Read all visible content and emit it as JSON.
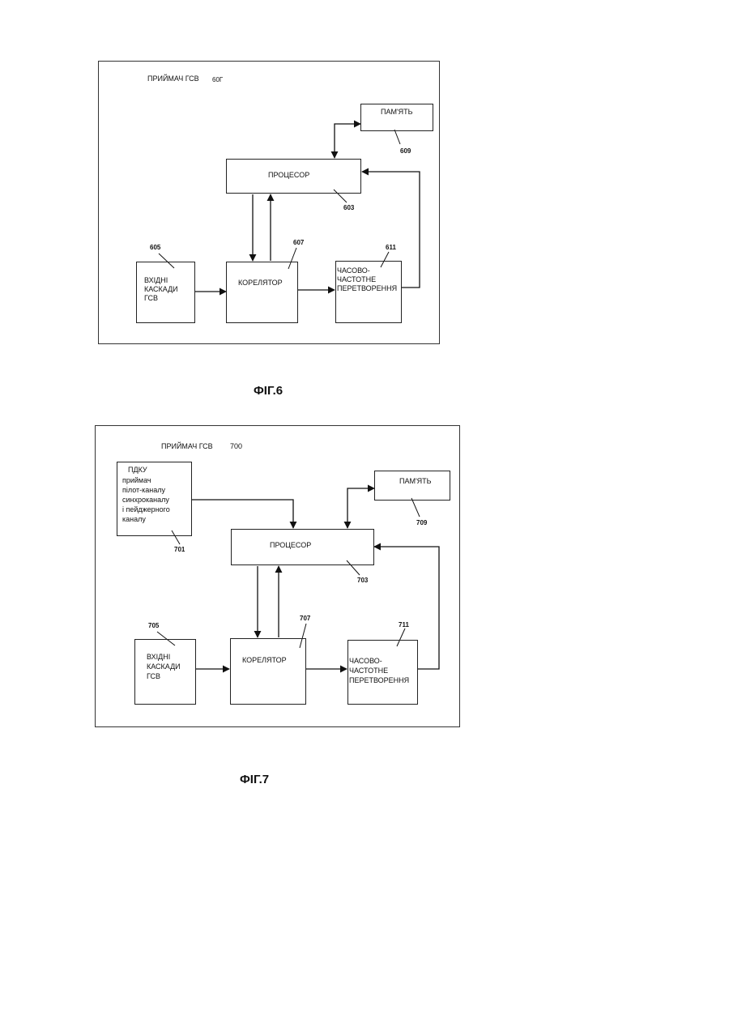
{
  "fig6": {
    "title": "ПРИЙМАЧ ГСВ",
    "title_ref": "60Г",
    "memory": "ПАМ'ЯТЬ",
    "memory_ref": "609",
    "processor": "ПРОЦЕСОР",
    "processor_ref": "603",
    "input_l1": "ВХІДНІ",
    "input_l2": "КАСКАДИ",
    "input_l3": "ГСВ",
    "input_ref": "605",
    "correlator": "КОРЕЛЯТОР",
    "correlator_ref": "607",
    "tf_l1": "ЧАСОВО-",
    "tf_l2": "ЧАСТОТНЕ",
    "tf_l3": "ПЕРЕТВОРЕННЯ",
    "tf_ref": "611",
    "caption": "ФІГ.6"
  },
  "fig7": {
    "title": "ПРИЙМАЧ ГСВ",
    "title_ref": "700",
    "pdku_l1": "ПДКУ",
    "pdku_l2": "приймач",
    "pdku_l3": "пілот-каналу",
    "pdku_l4": "синхроканалу",
    "pdku_l5": "і пейджерного",
    "pdku_l6": "каналу",
    "pdku_ref": "701",
    "memory": "ПАМ'ЯТЬ",
    "memory_ref": "709",
    "processor": "ПРОЦЕСОР",
    "processor_ref": "703",
    "input_l1": "ВХІДНІ",
    "input_l2": "КАСКАДИ",
    "input_l3": "ГСВ",
    "input_ref": "705",
    "correlator": "КОРЕЛЯТОР",
    "correlator_ref": "707",
    "tf_l1": "ЧАСОВО-",
    "tf_l2": "ЧАСТОТНЕ",
    "tf_l3": "ПЕРЕТВОРЕННЯ",
    "tf_ref": "711",
    "caption": "ФІГ.7"
  }
}
